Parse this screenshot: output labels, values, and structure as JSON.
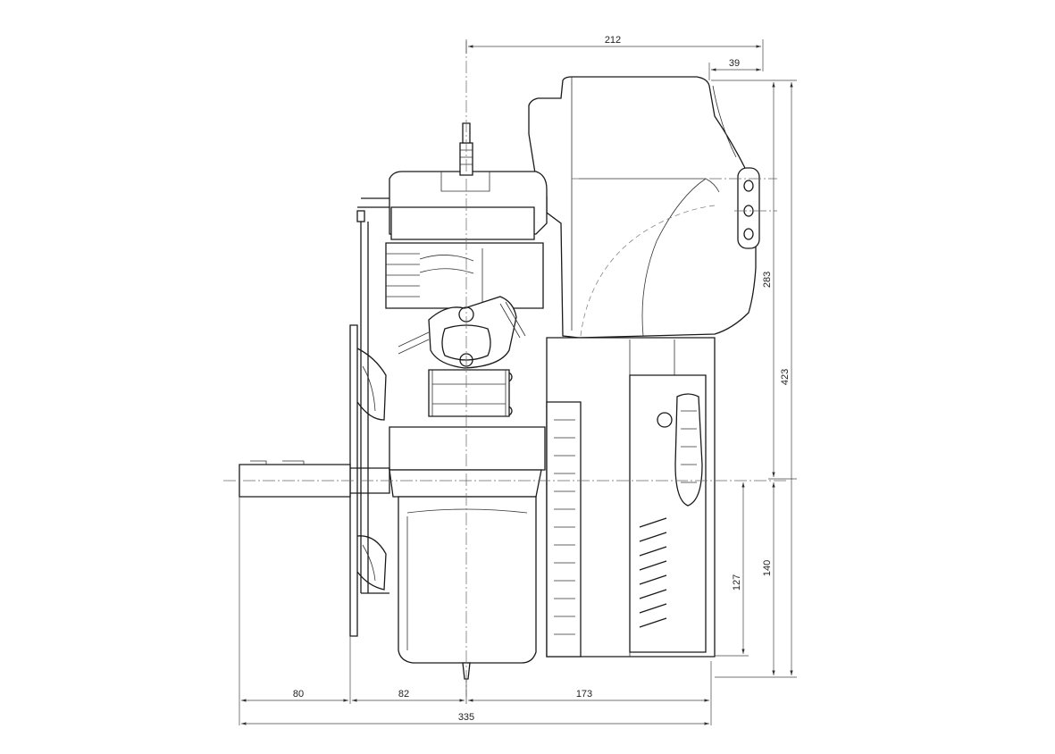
{
  "dimensions": {
    "top_width": "212",
    "top_offset": "39",
    "cover_height": "283",
    "total_height": "423",
    "shaft_height": "140",
    "shaft_to_base": "127",
    "shaft_length": "80",
    "flange_offset": "82",
    "flange_to_rear": "173",
    "total_length": "335"
  }
}
